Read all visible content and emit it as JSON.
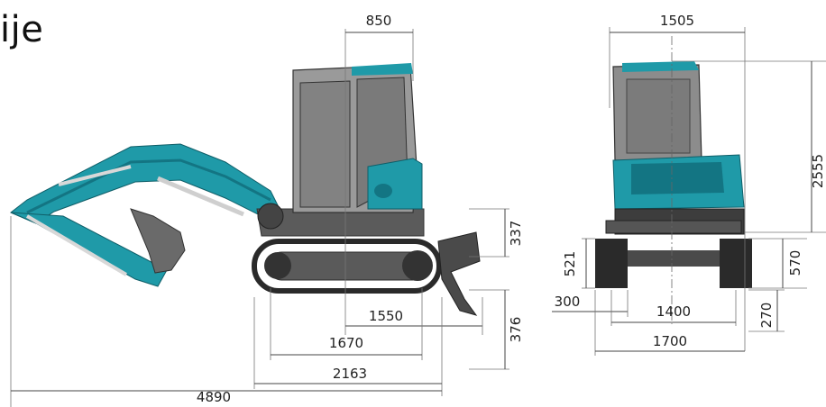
{
  "heading": {
    "text": "ije"
  },
  "colors": {
    "accent_teal": "#1f9aa8",
    "accent_teal_dark": "#137583",
    "cab_grey": "#8c8c8c",
    "body_grey": "#5b5b5b",
    "track_dark": "#2a2a2a"
  },
  "side_view": {
    "dim_850": "850",
    "dim_337": "337",
    "dim_1550": "1550",
    "dim_1670": "1670",
    "dim_376": "376",
    "dim_2163": "2163",
    "dim_4890": "4890"
  },
  "front_view": {
    "dim_1505": "1505",
    "dim_2555": "2555",
    "dim_521": "521",
    "dim_570": "570",
    "dim_300": "300",
    "dim_1400": "1400",
    "dim_270": "270",
    "dim_1700": "1700"
  }
}
